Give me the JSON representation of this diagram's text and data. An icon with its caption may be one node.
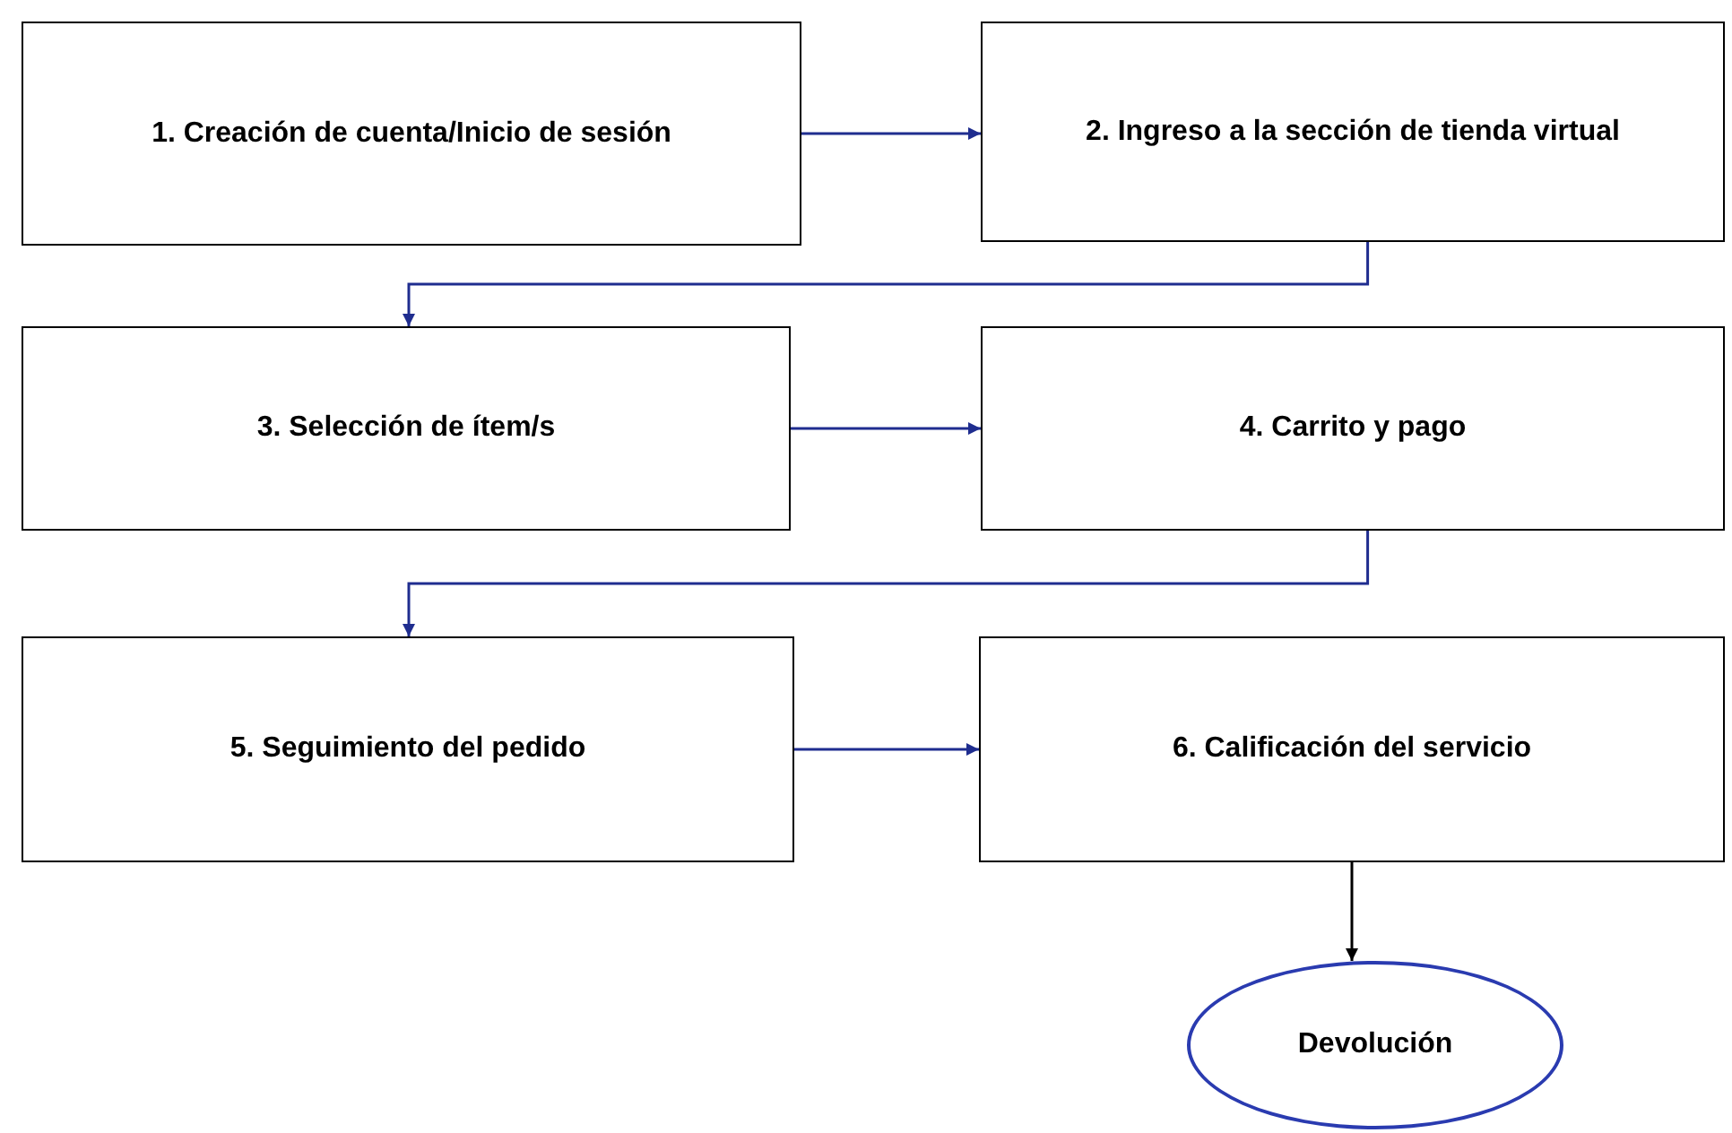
{
  "diagram": {
    "nodes": [
      {
        "text": [
          "1. Creación de cuenta/Inicio de sesión"
        ]
      },
      {
        "text": [
          "2. Ingreso a la sección de tienda virtual"
        ]
      },
      {
        "text": [
          "3. Selección de ítem/s"
        ]
      },
      {
        "text": [
          "4. Carrito y pago"
        ]
      },
      {
        "text": [
          "5. Seguimiento del pedido"
        ]
      },
      {
        "text": [
          "6. Calificación del servicio"
        ]
      },
      {
        "text": [
          "Devolución"
        ]
      }
    ],
    "edges": [
      {
        "from": 0,
        "to": 1,
        "arrow": "to"
      },
      {
        "from": 1,
        "to": 2,
        "arrow": "to"
      },
      {
        "from": 2,
        "to": 3,
        "arrow": "to"
      },
      {
        "from": 3,
        "to": 4,
        "arrow": "to"
      },
      {
        "from": 4,
        "to": 5,
        "arrow": "to"
      },
      {
        "from": 5,
        "to": 6,
        "arrow": "to",
        "color": "#000000"
      }
    ]
  }
}
